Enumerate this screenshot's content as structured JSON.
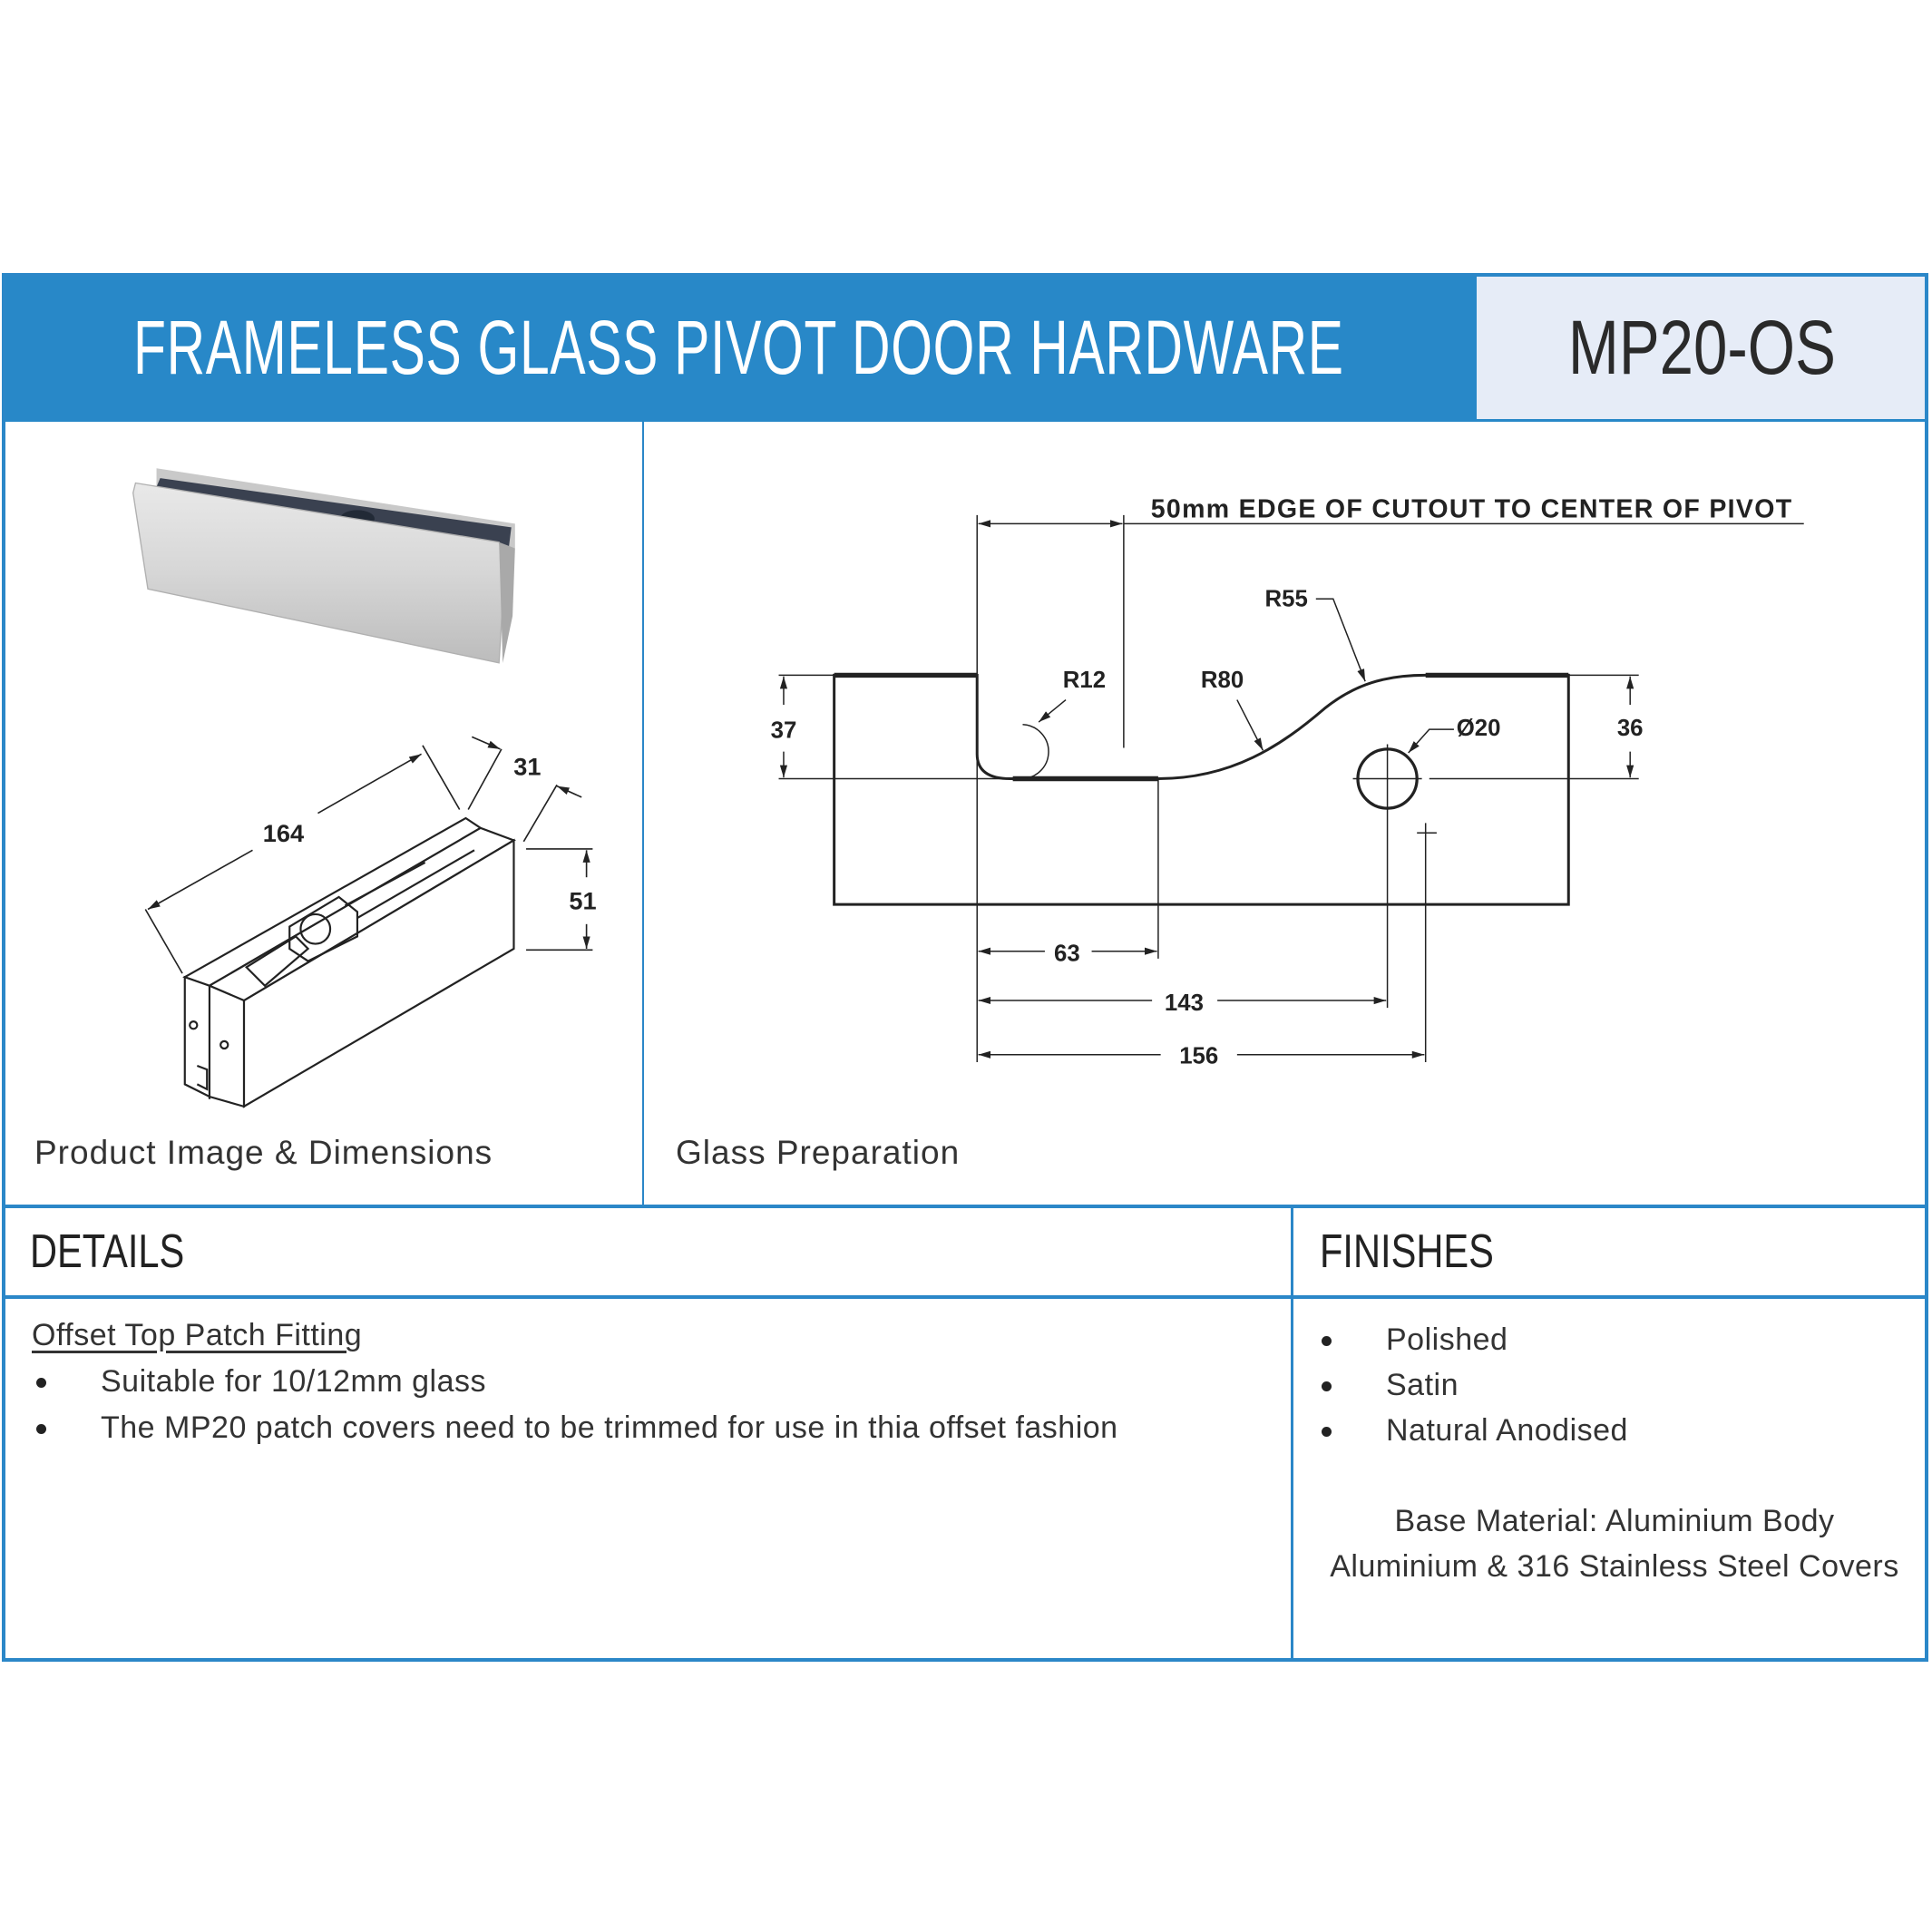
{
  "header": {
    "title": "FRAMELESS GLASS PIVOT DOOR HARDWARE",
    "code": "MP20-OS"
  },
  "product_section": {
    "caption": "Product Image & Dimensions",
    "dimensions": {
      "length": "164",
      "width": "31",
      "height": "51"
    }
  },
  "glass_section": {
    "caption": "Glass Preparation",
    "note": "50mm EDGE OF CUTOUT TO CENTER OF PIVOT",
    "labels": {
      "r12": "R12",
      "r80": "R80",
      "r55": "R55",
      "hole": "Ø20",
      "d37": "37",
      "d36": "36",
      "d63": "63",
      "d143": "143",
      "d156": "156"
    }
  },
  "details": {
    "heading": "DETAILS",
    "subtitle": "Offset Top Patch Fitting",
    "bullets": [
      "Suitable for 10/12mm glass",
      "The MP20 patch covers need to be trimmed for use in thia offset fashion"
    ]
  },
  "finishes": {
    "heading": "FINISHES",
    "items": [
      "Polished",
      "Satin",
      "Natural Anodised"
    ],
    "base_material_line1": "Base Material: Aluminium Body",
    "base_material_line2": "Aluminium & 316 Stainless Steel Covers"
  },
  "colors": {
    "accent": "#2b87c8",
    "code_bg": "#e6ecf7",
    "title_text": "#ffffff"
  }
}
